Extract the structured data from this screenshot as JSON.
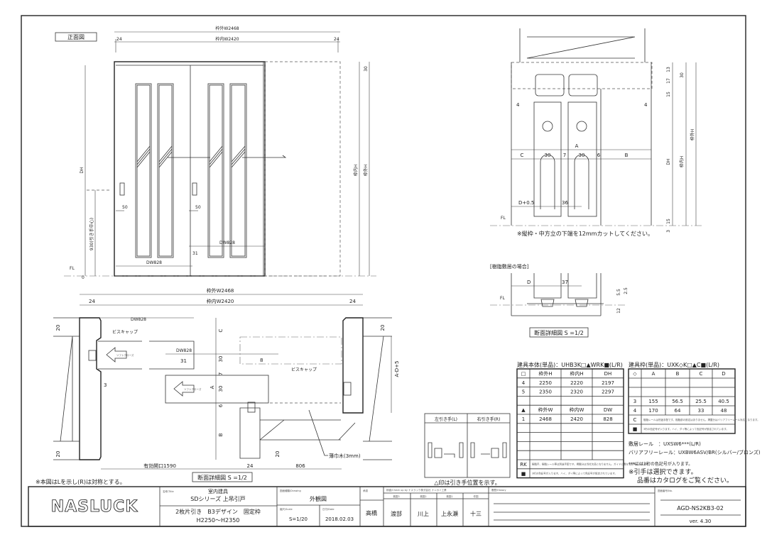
{
  "front_view": {
    "label": "正面図",
    "outer_w": "枠外W2468",
    "inner_w": "枠内W2420",
    "side_24_left": "24",
    "side_24_right": "24",
    "dh": "DH",
    "handle_height": "930(引き手中心)",
    "dim_50_a": "50",
    "dim_50_b": "50",
    "dim_31": "31",
    "dw_left": "DW828",
    "dw_right": "DW828",
    "dim_30": "30",
    "inner_h": "枠内H",
    "outer_h": "枠外H",
    "fl": "FL",
    "zero": "0"
  },
  "section_view": {
    "outer_w": "枠外W2468",
    "inner_w": "枠内W2420",
    "side_24_left": "24",
    "side_24_right": "24",
    "dw_top": "DW828",
    "dw_mid": "DW828",
    "screw_cap_left": "ビスキャップ",
    "screw_cap_right": "ビスキャップ",
    "soft_close_a": "ソフトクローズ",
    "soft_close_b": "ソフトクローズ",
    "dim_31": "31",
    "dim_8": "8",
    "dim_3": "3",
    "dim_20_tl": "20",
    "dim_20_bl": "20",
    "dim_20_tr": "20",
    "dim_20_b": "20",
    "c": "C",
    "d30a": "30",
    "d7": "7",
    "a": "A",
    "d30b": "30",
    "d6": "6",
    "b": "B",
    "a_d5": "A-D+5",
    "sill": "薄巾木(3mm)",
    "opening": "有効開口1590",
    "d24": "24",
    "d806": "806",
    "caption": "断面詳細図 S =1/2",
    "note": "※本図はLを示し(R)は対称とする。"
  },
  "detail_view": {
    "d4_left": "4",
    "d4_right": "4",
    "a": "A",
    "c": "C",
    "d30a": "30",
    "d7": "7",
    "d30b": "30",
    "d6": "6",
    "b": "B",
    "d_plus": "D+0.5",
    "d36": "36",
    "d13": "13",
    "d17": "17",
    "d15": "15",
    "d30": "30",
    "dh": "DH",
    "inner_h": "枠内H",
    "outer_h": "枠外H",
    "d15b": "15",
    "d3": "3",
    "fl": "FL",
    "note": "※縦枠・中方立の下端を12mmカットしてください。"
  },
  "resin_sill": {
    "label": "[樹脂敷居の場合]",
    "d": "D",
    "d37": "37",
    "d55": "5.5",
    "d25": "2.5",
    "d12": "12",
    "fl": "FL",
    "caption": "断面詳細図 S =1/2"
  },
  "handle_table": {
    "left": "左引き手(L)",
    "right": "右引き手(R)",
    "note": "△印は引き手位置を示す。"
  },
  "door_table": {
    "title": "建具本体(単品)：UHB3K□▲WRK■(L/R)",
    "rows": [
      [
        "□",
        "枠外H",
        "枠内H",
        "DH"
      ],
      [
        "4",
        "2250",
        "2220",
        "2197"
      ],
      [
        "5",
        "2350",
        "2320",
        "2297"
      ],
      [
        "",
        "",
        "",
        ""
      ],
      [
        "▲",
        "枠外W",
        "枠内W",
        "DW"
      ],
      [
        "1",
        "2468",
        "2420",
        "828"
      ],
      [
        "",
        "",
        "",
        ""
      ],
      [
        "",
        "",
        "",
        ""
      ],
      [
        "",
        "",
        "",
        ""
      ],
      [
        "",
        "",
        "",
        ""
      ]
    ],
    "rk": "RK",
    "rk_note": "樹脂手、樹脂レール等は別途手配です。掲載分は当社欠品となりません。ガイドに異なる記号表示します。",
    "sq": "■",
    "sq_note": "3桁の色記号が入ります。ハイ、ダイ等によって色記号が設定されています。"
  },
  "frame_table": {
    "title": "建具枠(単品)：UXK◇K□▲C■(L/R)",
    "rows": [
      [
        "◇",
        "A",
        "B",
        "C",
        "D"
      ],
      [
        "",
        "",
        "",
        "",
        ""
      ],
      [
        "",
        "",
        "",
        "",
        ""
      ],
      [
        "3",
        "155",
        "56.5",
        "25.5",
        "40.5"
      ],
      [
        "4",
        "170",
        "64",
        "33",
        "48"
      ]
    ],
    "c": "C",
    "c_note": "樹脂レールは別途手配です。樹脂部の設定はありません。掲載分はバリアフリーレール対応となります。",
    "sq": "■",
    "sq_note": "3桁の色記号が入ります。ハイ、ダイ等によって色記号が設定されています。",
    "rail": "敷居レール　：UXSW6***(L/R)",
    "barrier_rail": "バリアフリーレール：UXBW6ASV/BR(シルバー/ブロンズ)",
    "color_note": "***には3桁の色記号が入ります。",
    "handle_note": "※引手は選択できます。",
    "catalog_note": "品番はカタログをご覧ください。"
  },
  "title_block": {
    "logo": "NASLUCK",
    "title_label": "名称/Title",
    "title_cat": "室内建具",
    "title_series": "SDシリーズ 上吊引戸",
    "title_spec": "2枚片引き　B3デザイン　固定枠",
    "title_range": "H2250～H2350",
    "drawing_label": "図面種類/Drawing",
    "drawing": "外観図",
    "scale_label": "縮尺/Scale",
    "scale": "S=1/20",
    "date_label": "日付/Date",
    "date": "2018.02.03",
    "designer_label": "承認",
    "designer": "高橋",
    "check_label": "検査/Check up by ナスラック株式会社 ナンカイ工業",
    "checkers": [
      {
        "role": "検図3",
        "name": "渡部"
      },
      {
        "role": "検図2",
        "name": "川上"
      },
      {
        "role": "検図1",
        "name": "上永瀬"
      },
      {
        "role": "作図",
        "name": "十三"
      }
    ],
    "history_label": "履歴/History",
    "no_label": "図面番号/No.",
    "number": "AGD-NS2KB3-02",
    "version": "ver. 4.30"
  }
}
